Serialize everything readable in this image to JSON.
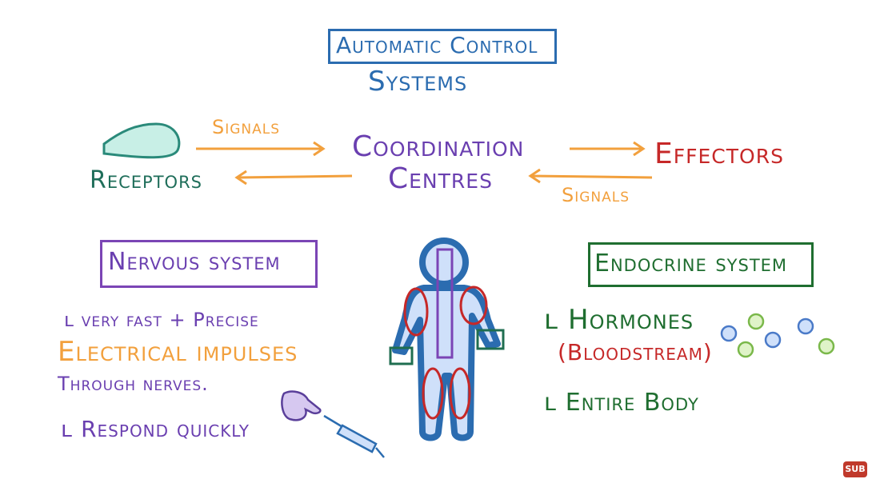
{
  "title": {
    "line1": "Automatic Control",
    "line2": "Systems"
  },
  "flow": {
    "receptors": "Receptors",
    "signals_top": "Signals",
    "coordination_line1": "Coordination",
    "coordination_line2": "Centres",
    "effectors": "Effectors",
    "signals_bottom": "Signals"
  },
  "nervous": {
    "heading": "Nervous system",
    "points": [
      "very fast + Precise",
      "Electrical impulses",
      "Through nerves.",
      "Respond quickly"
    ]
  },
  "endocrine": {
    "heading": "Endocrine system",
    "points": [
      "Hormones",
      "(Bloodstream)",
      "Entire Body"
    ]
  },
  "badge": "SUB",
  "colors": {
    "blue": "#2b6cb0",
    "purple": "#6a3fb0",
    "green": "#2a7a4a",
    "teal": "#2a7a6a",
    "red": "#c62828",
    "orange": "#f2a03d"
  }
}
